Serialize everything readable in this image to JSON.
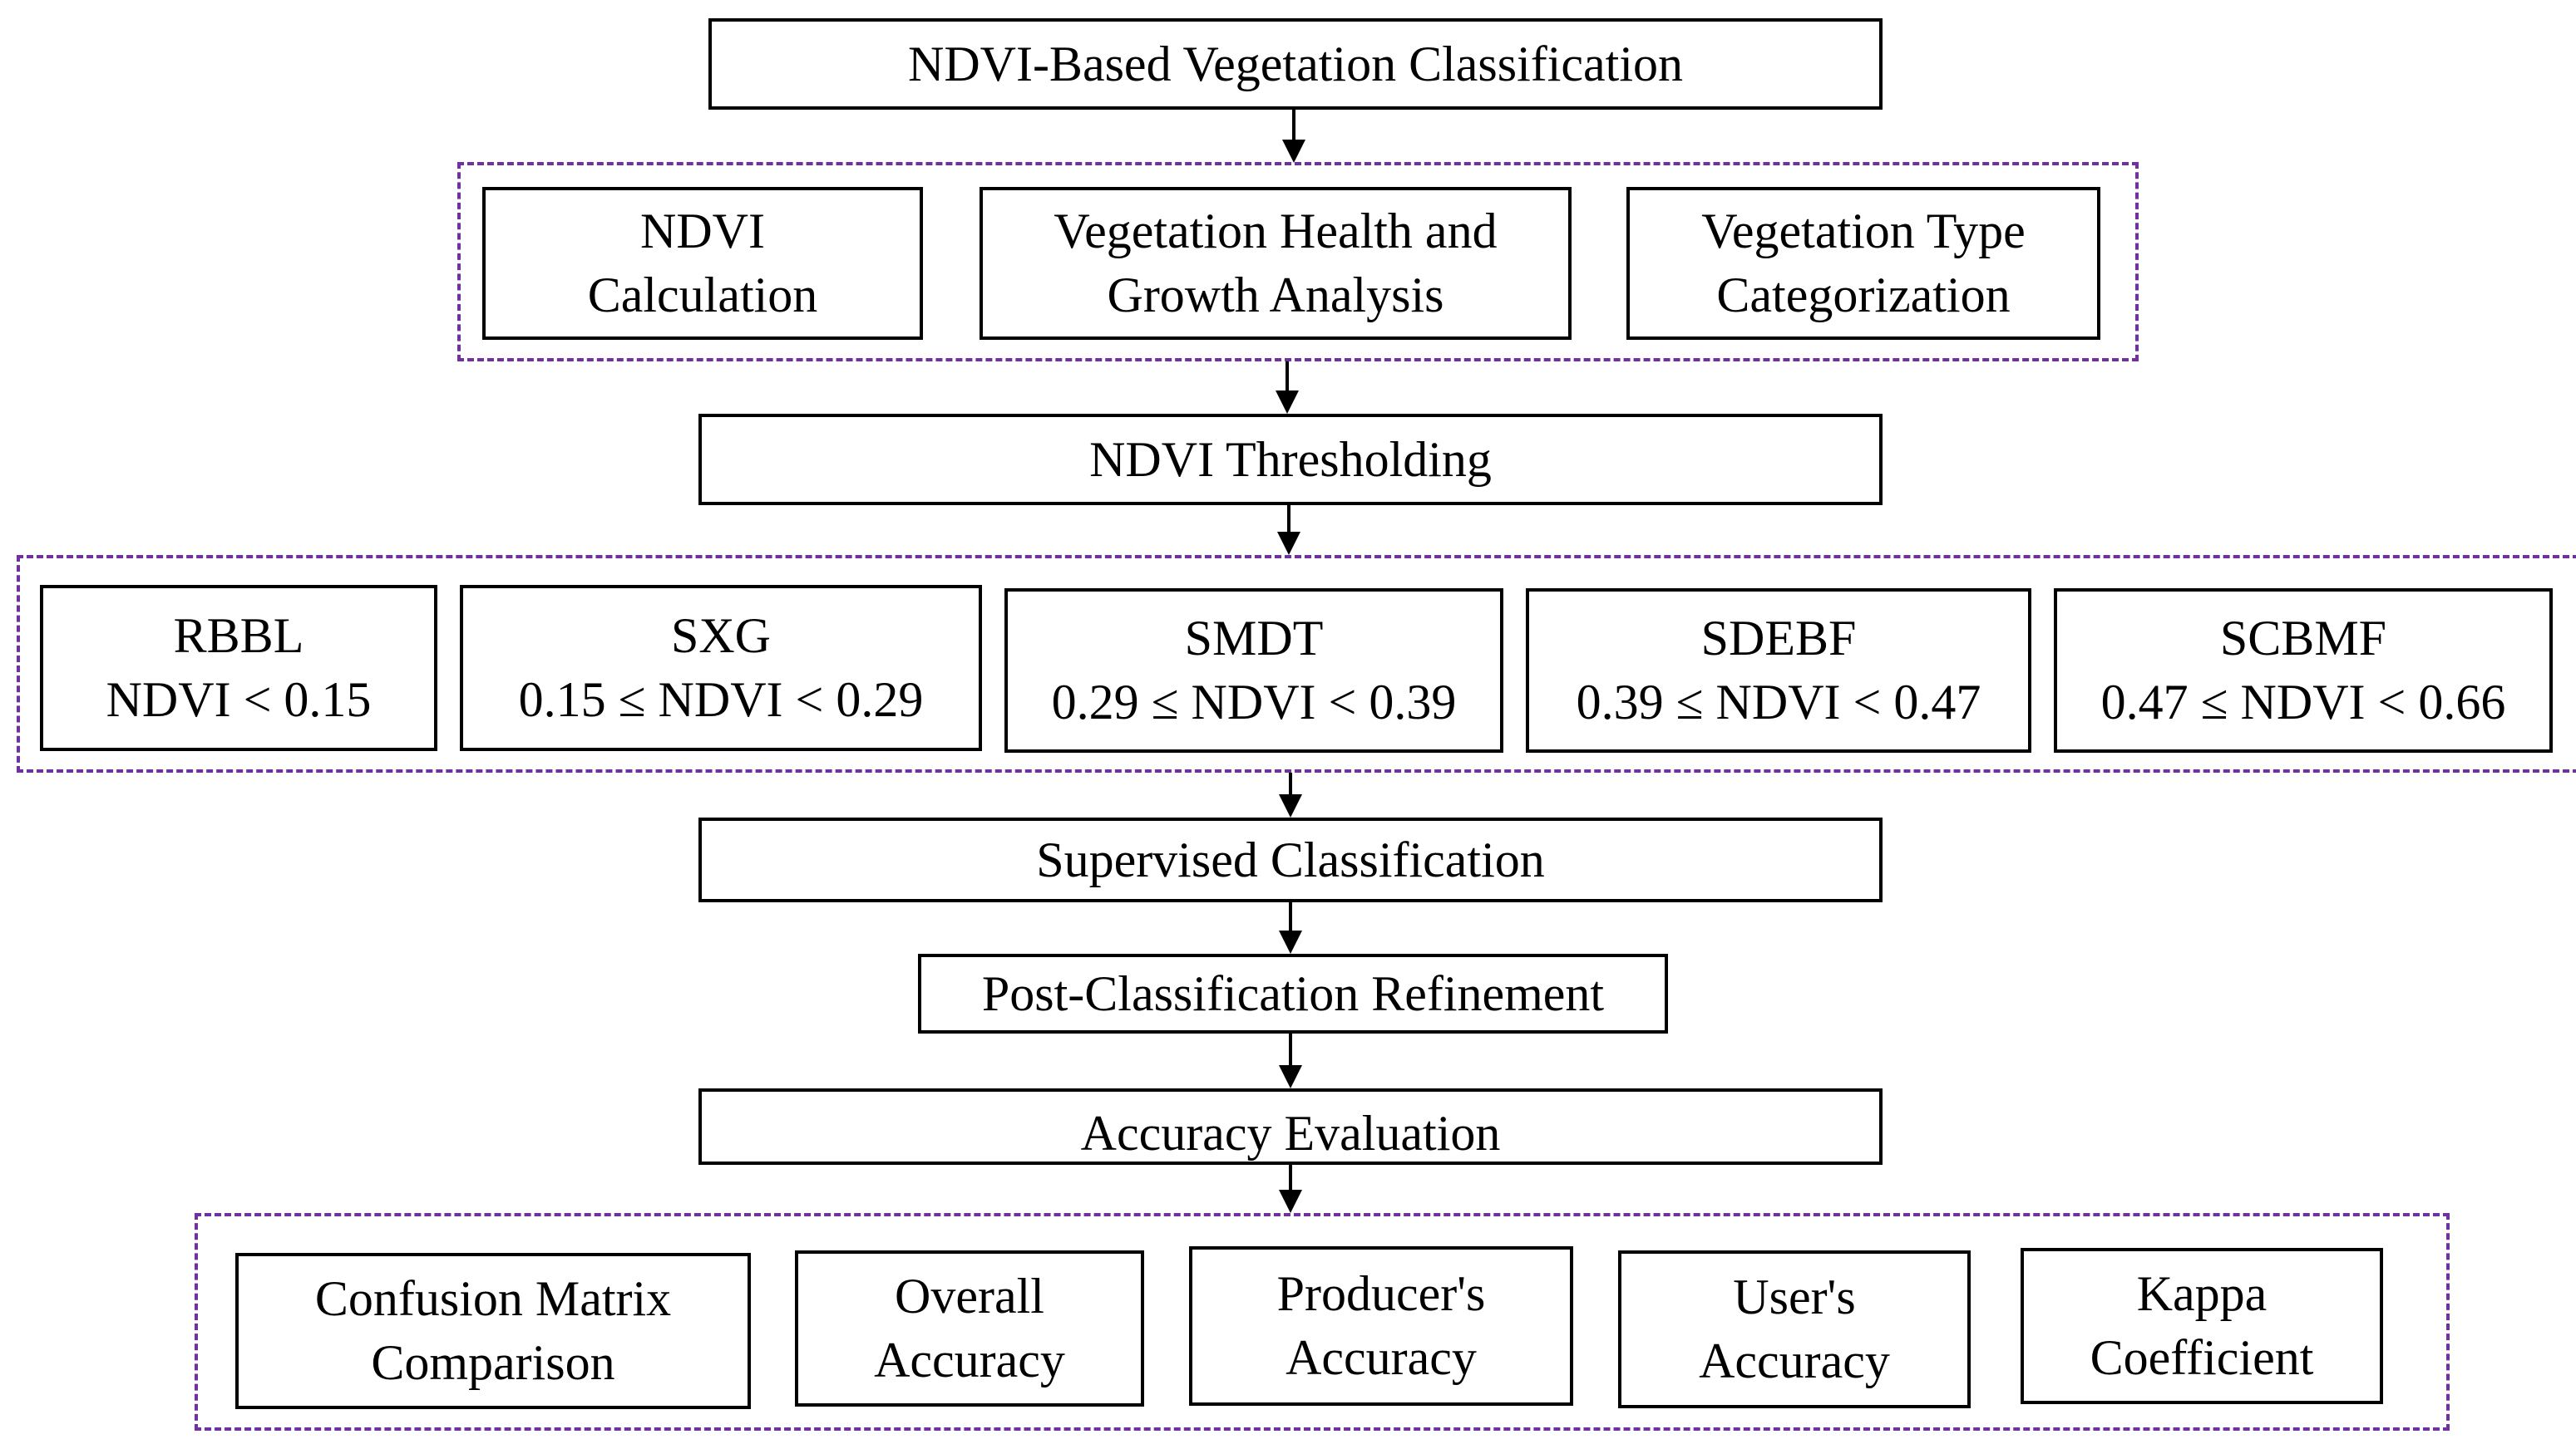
{
  "title": "NDVI-Based Vegetation Classification",
  "group1": [
    "NDVI Calculation",
    "Vegetation Health and Growth Analysis",
    "Vegetation Type Categorization"
  ],
  "group1_lines": [
    [
      "NDVI",
      "Calculation"
    ],
    [
      "Vegetation Health and",
      "Growth Analysis"
    ],
    [
      "Vegetation Type",
      "Categorization"
    ]
  ],
  "thresholding": "NDVI Thresholding",
  "classes": [
    {
      "name": "RBBL",
      "range": "NDVI < 0.15"
    },
    {
      "name": "SXG",
      "range": "0.15 ≤ NDVI < 0.29"
    },
    {
      "name": "SMDT",
      "range": "0.29 ≤ NDVI < 0.39"
    },
    {
      "name": "SDEBF",
      "range": "0.39 ≤ NDVI < 0.47"
    },
    {
      "name": "SCBMF",
      "range": "0.47 ≤ NDVI < 0.66"
    }
  ],
  "supervised": "Supervised Classification",
  "refinement": "Post-Classification Refinement",
  "accuracy": "Accuracy Evaluation",
  "metrics_lines": [
    [
      "Confusion Matrix",
      "Comparison"
    ],
    [
      "Overall",
      "Accuracy"
    ],
    [
      "Producer's",
      "Accuracy"
    ],
    [
      "User's",
      "Accuracy"
    ],
    [
      "Kappa",
      "Coefficient"
    ]
  ],
  "colors": {
    "group_border": "#7030a0",
    "box_border": "#000000",
    "text": "#000000"
  }
}
